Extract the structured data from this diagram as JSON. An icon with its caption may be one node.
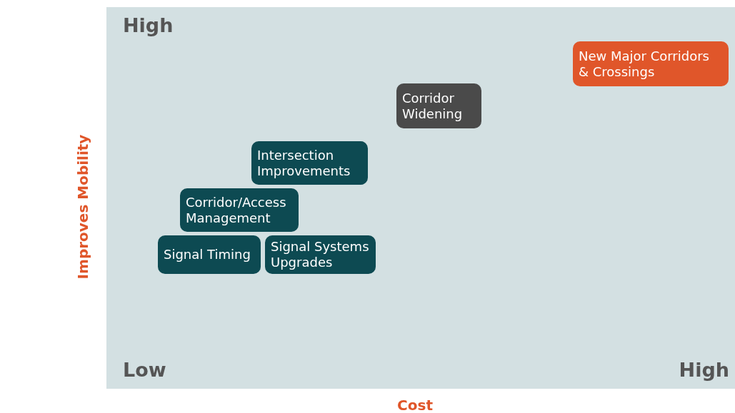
{
  "diagram": {
    "nodes": [
      {
        "text": [
          "New Major Corridors & Crossings"
        ]
      },
      {
        "text": [
          "Corridor Widening"
        ]
      },
      {
        "text": [
          "Intersection Improvements"
        ]
      },
      {
        "text": [
          "Corridor/Access Management"
        ]
      },
      {
        "text": [
          "Signal Timing"
        ]
      },
      {
        "text": [
          "Signal Systems Upgrades"
        ]
      }
    ],
    "labels": [
      "High",
      "Improves Mobility",
      "Low",
      "High",
      "Cost"
    ]
  }
}
